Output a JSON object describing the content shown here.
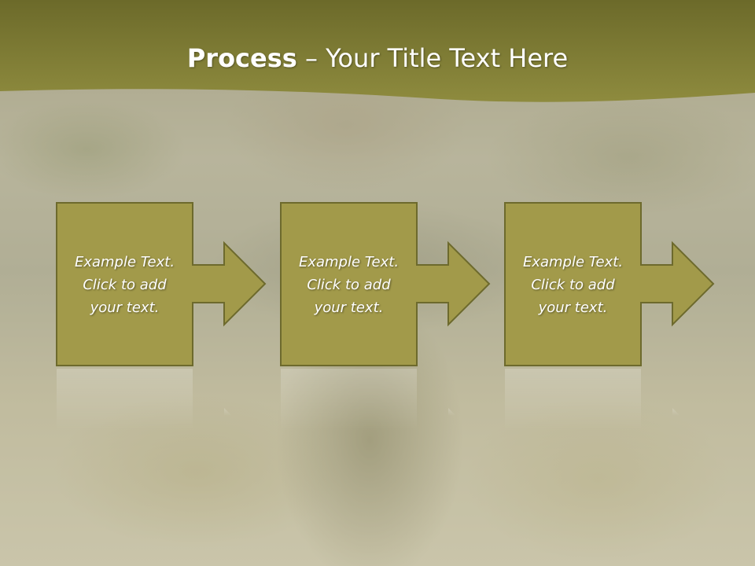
{
  "slide": {
    "title_bold": "Process",
    "title_rest": " – Your Title Text Here",
    "steps": [
      {
        "line1": "Example Text.",
        "line2": "Click  to add",
        "line3": "your text."
      },
      {
        "line1": "Example Text.",
        "line2": "Click  to add",
        "line3": "your text."
      },
      {
        "line1": "Example Text.",
        "line2": "Click  to add",
        "line3": "your text."
      }
    ]
  },
  "colors": {
    "header": "#8c8a3c",
    "box_fill": "#a29a4a",
    "box_border": "#6d6a2d",
    "text": "#ffffff"
  }
}
